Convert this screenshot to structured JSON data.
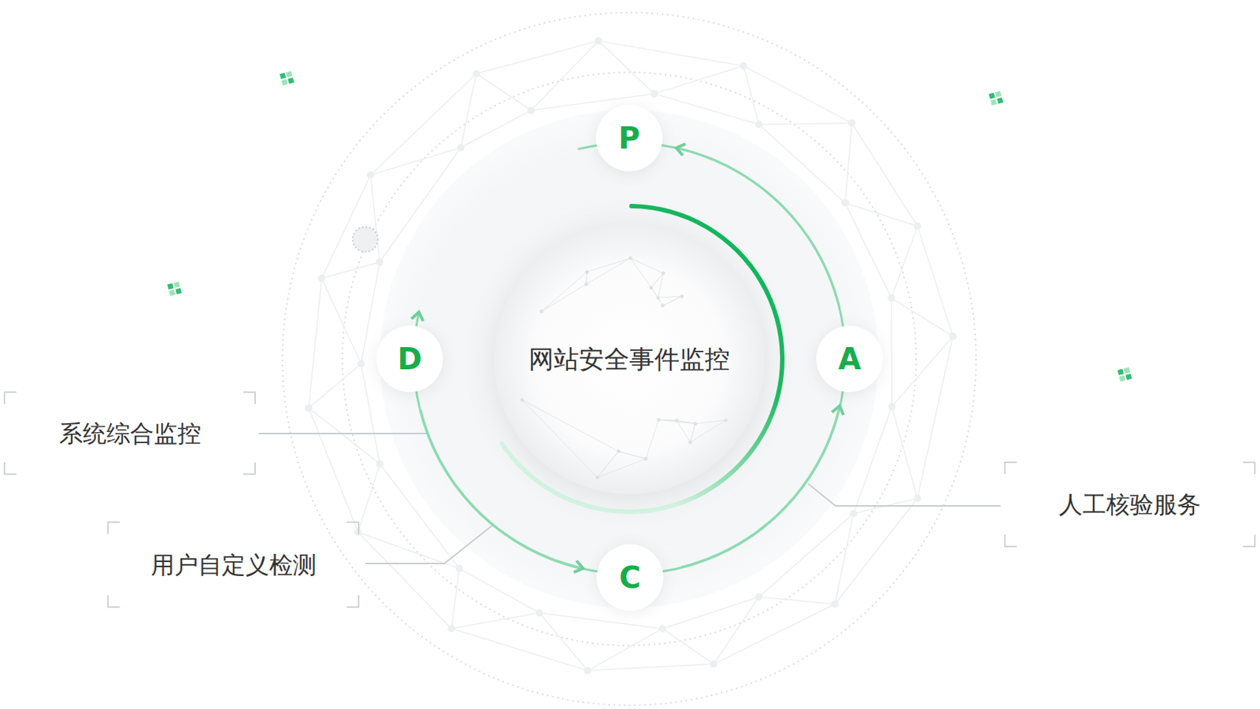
{
  "diagram": {
    "nodes": [
      {
        "text": [
          "P"
        ]
      },
      {
        "text": [
          "D"
        ]
      },
      {
        "text": [
          "网站安全事件监控"
        ]
      },
      {
        "text": [
          "A"
        ]
      },
      {
        "text": [
          "系统综合监控"
        ]
      },
      {
        "text": [
          "人工核验服务"
        ]
      },
      {
        "text": [
          "用户自定义检测"
        ]
      },
      {
        "text": [
          "C"
        ]
      }
    ],
    "edges": [
      {
        "from": 0,
        "to": 1,
        "arrow": "to"
      },
      {
        "from": 1,
        "to": 7,
        "arrow": "to"
      },
      {
        "from": 7,
        "to": 3,
        "arrow": "to"
      },
      {
        "from": 3,
        "to": 0,
        "arrow": "to"
      }
    ]
  }
}
